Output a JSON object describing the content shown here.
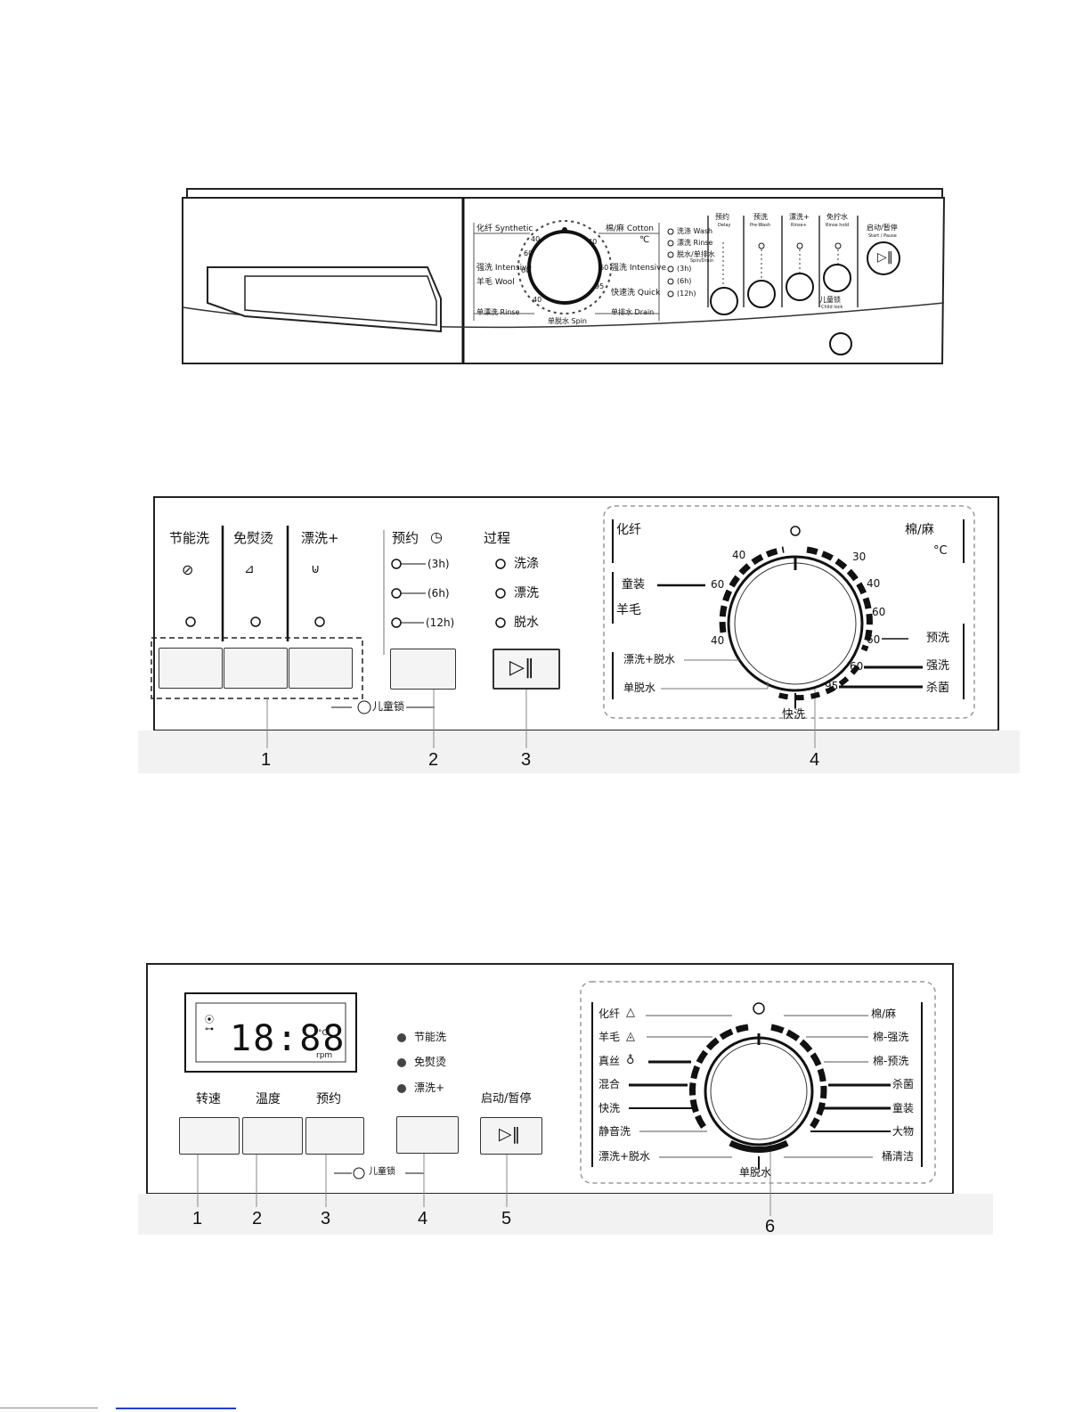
{
  "panel1": {
    "dial_left": [
      "化纤 Synthetic",
      "强洗 Intensive",
      "羊毛 Wool",
      "单漂洗 Rinse"
    ],
    "dial_right": [
      "棉/麻 Cotton",
      "℃",
      "强洗 Intensive",
      "快速洗 Quick",
      "单排水 Drain"
    ],
    "dial_bottom": "单脱水 Spin",
    "dial_temps": [
      "40",
      "60",
      "60",
      "40",
      "40",
      "60",
      "95"
    ],
    "status": [
      "洗涤 Wash",
      "漂洗 Rinse",
      "脱水/单排水",
      "(3h)",
      "(6h)",
      "(12h)"
    ],
    "status_sub": "Spin/Drain",
    "buttons": [
      {
        "cn": "预约",
        "en": "Delay"
      },
      {
        "cn": "预洗",
        "en": "Pre-Wash"
      },
      {
        "cn": "漂洗+",
        "en": "Rinse+"
      },
      {
        "cn": "免拧水",
        "en": "Rinse hold"
      }
    ],
    "start_cn": "启动/暂停",
    "start_en": "Start / Pause",
    "child_lock": "儿童锁",
    "child_lock_en": "Child lock"
  },
  "panel2": {
    "options": [
      "节能洗",
      "免熨烫",
      "漂洗+"
    ],
    "delay_title": "预约",
    "delay_options": [
      "(3h)",
      "(6h)",
      "(12h)"
    ],
    "process_title": "过程",
    "process_items": [
      "洗涤",
      "漂洗",
      "脱水"
    ],
    "child_lock": "儿童锁",
    "dial_left": [
      "化纤",
      "童装",
      "羊毛",
      "漂洗+脱水",
      "单脱水"
    ],
    "dial_right": [
      "棉/麻",
      "°C",
      "预洗",
      "强洗",
      "杀菌"
    ],
    "dial_bottom": "快洗",
    "dial_temps": [
      "40",
      "60",
      "40",
      "30",
      "40",
      "60",
      "60",
      "60",
      "95"
    ],
    "callouts": [
      "1",
      "2",
      "3",
      "4"
    ]
  },
  "panel3": {
    "display_digits": "18:88",
    "display_unit1": "°C",
    "display_unit2": "rpm",
    "buttons": [
      "转速",
      "温度",
      "预约"
    ],
    "options": [
      "节能洗",
      "免熨烫",
      "漂洗+"
    ],
    "start": "启动/暂停",
    "child_lock": "儿童锁",
    "dial_left": [
      "化纤",
      "羊毛",
      "真丝",
      "混合",
      "快洗",
      "静音洗",
      "漂洗+脱水"
    ],
    "dial_right": [
      "棉/麻",
      "棉-强洗",
      "棉-预洗",
      "杀菌",
      "童装",
      "大物",
      "桶清洁"
    ],
    "dial_bottom": "单脱水",
    "callouts": [
      "1",
      "2",
      "3",
      "4",
      "5",
      "6"
    ]
  }
}
